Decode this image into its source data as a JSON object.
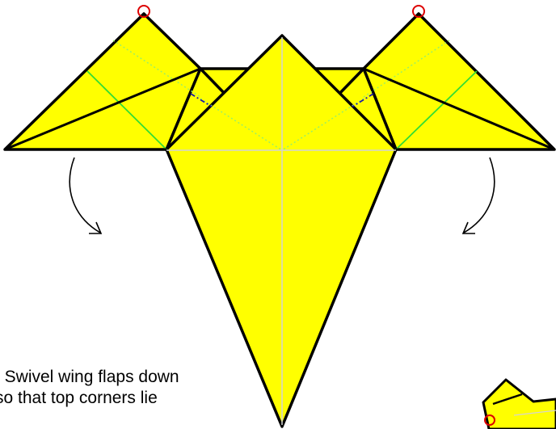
{
  "caption": {
    "line1": ". Swivel wing flaps down",
    "line2": "so that top corners lie"
  },
  "colors": {
    "paper": "#ffff00",
    "outline": "#000000",
    "crease_valley": "#33dd33",
    "crease_dotted": "#99ee66",
    "crease_mountain": "#1a1aaa",
    "reference_line": "#d4d4d4",
    "marker_circle": "#dd0000"
  },
  "icons": {
    "left_arrow": "curved-arrow-down-right",
    "right_arrow": "curved-arrow-down-left",
    "markers": "red-circle-marker"
  }
}
